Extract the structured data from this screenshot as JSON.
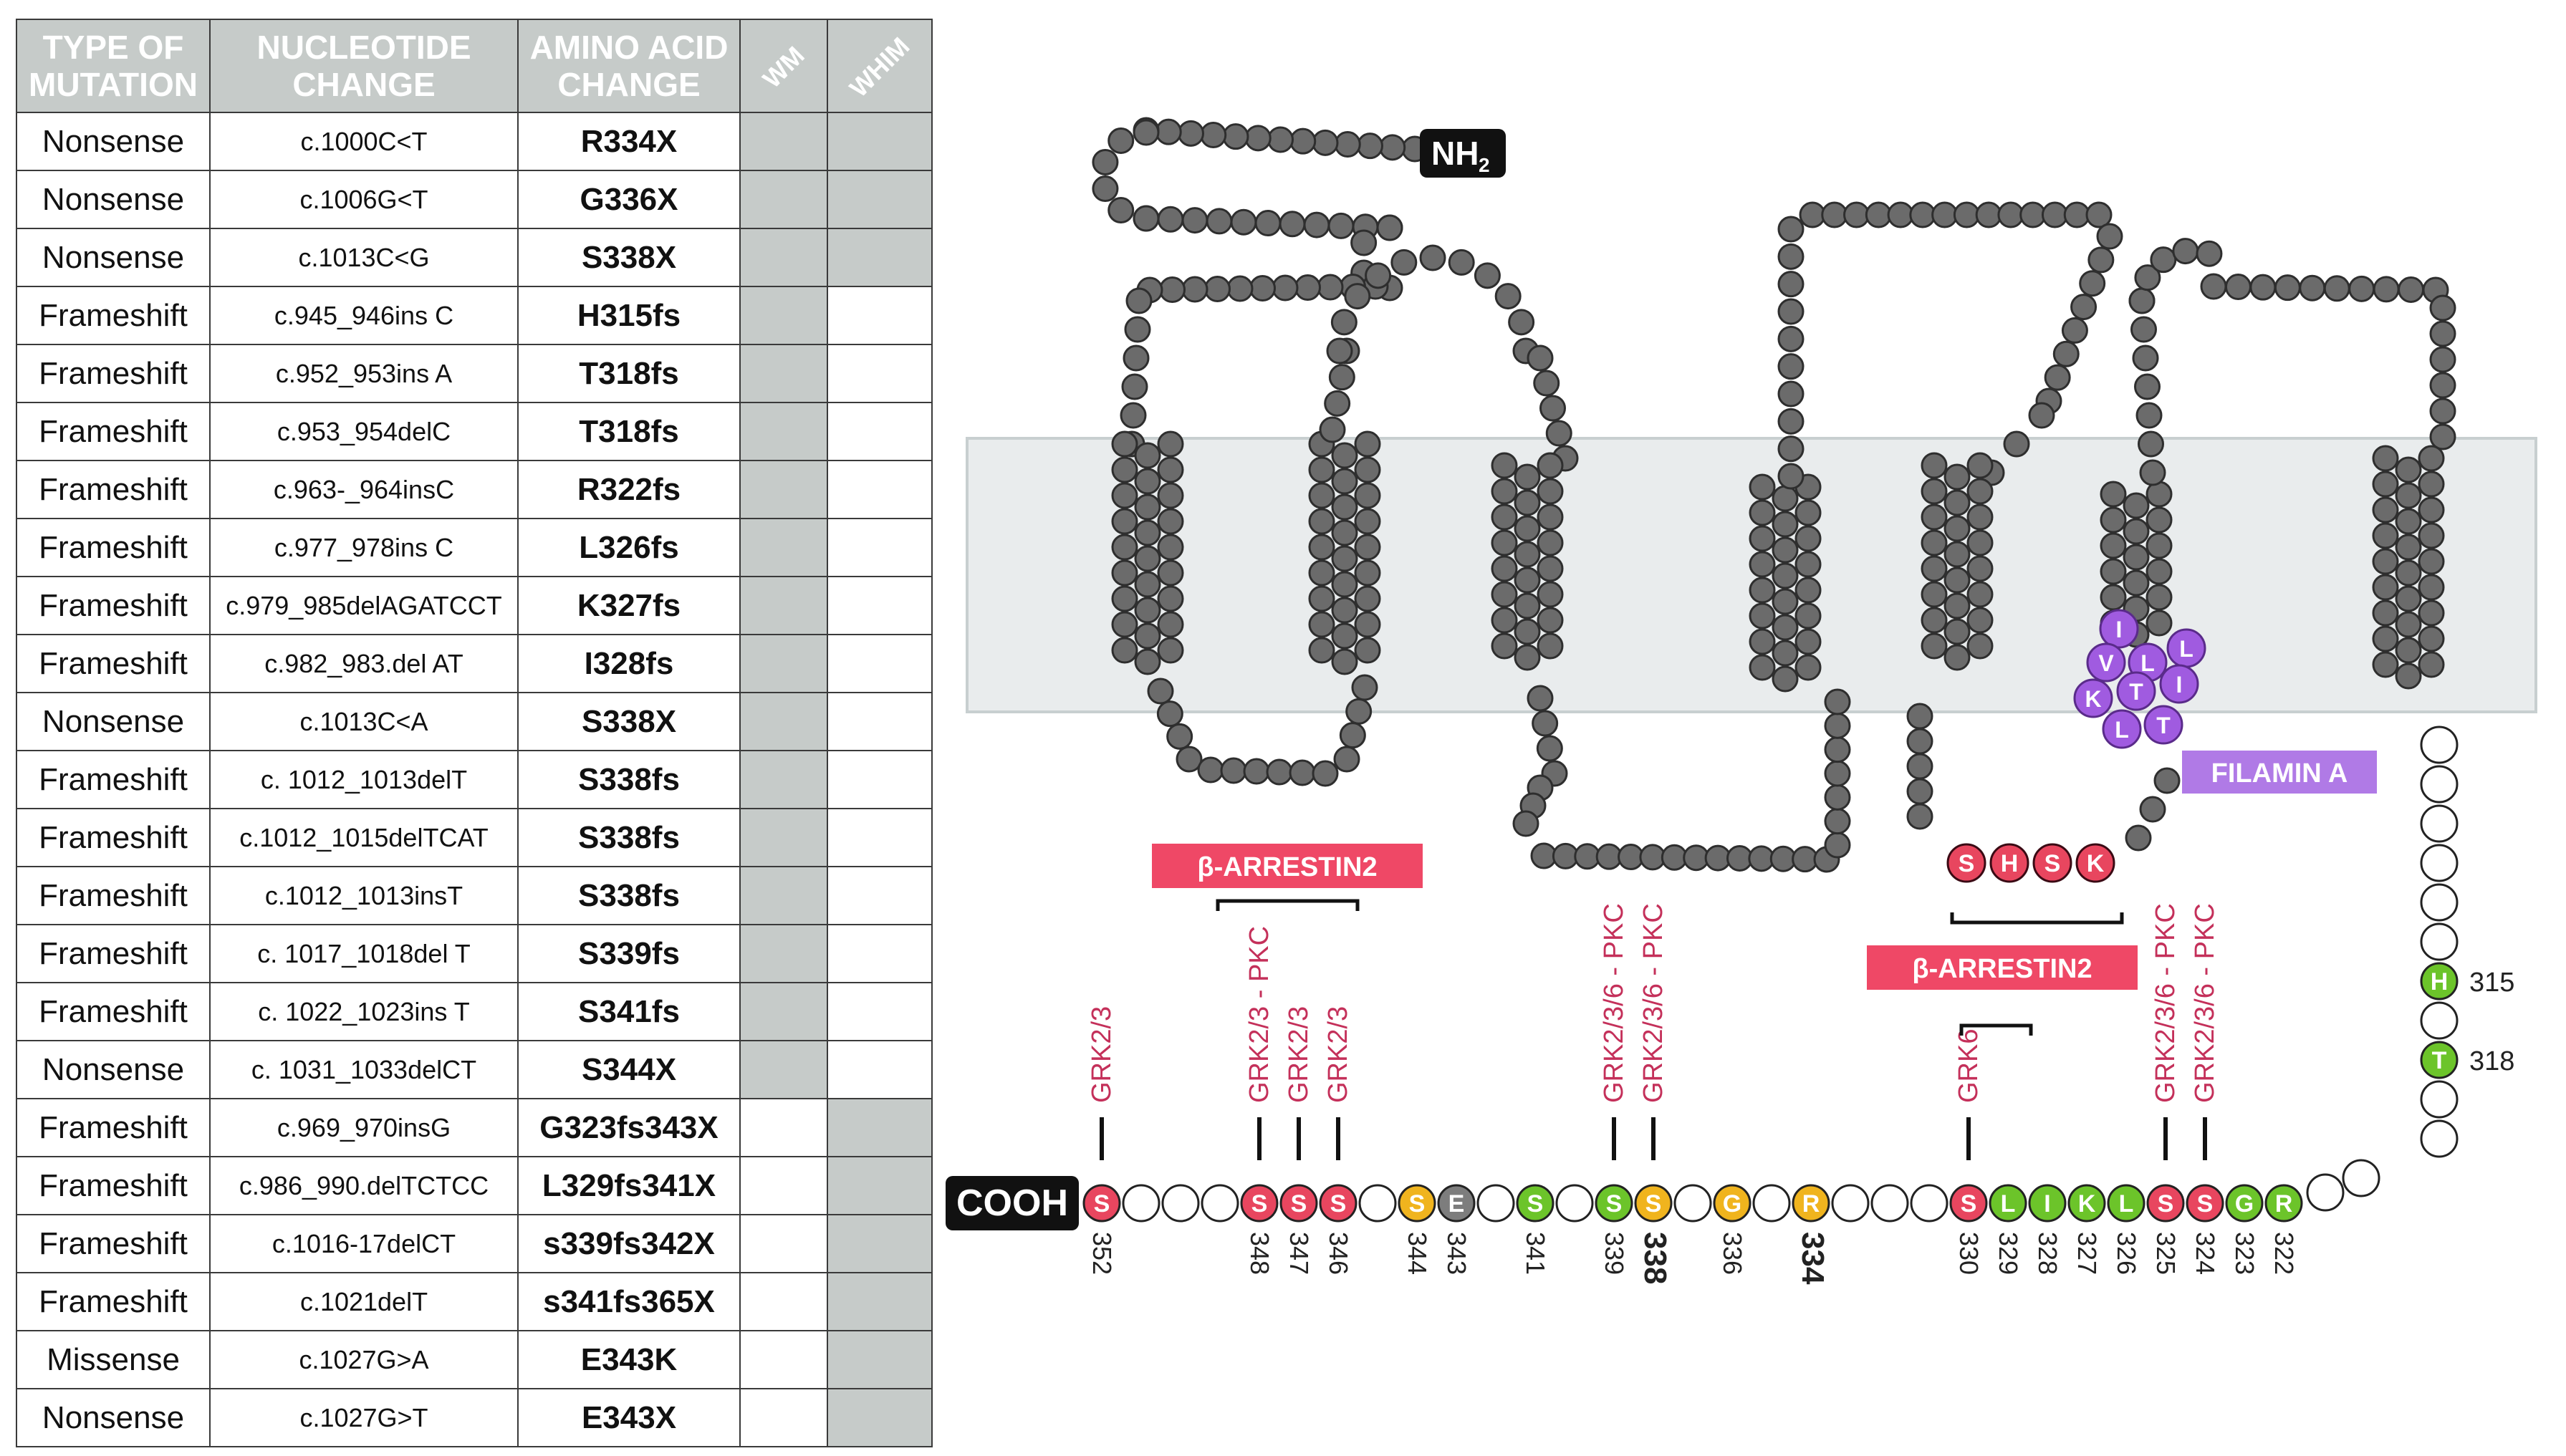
{
  "table": {
    "headers": {
      "type_line1": "TYPE OF",
      "type_line2": "MUTATION",
      "nuc_line1": "NUCLEOTIDE",
      "nuc_line2": "CHANGE",
      "aa_line1": "AMINO ACID",
      "aa_line2": "CHANGE",
      "wm": "WM",
      "whim": "WHIM"
    },
    "rows": [
      {
        "type": "Nonsense",
        "nucleotide": "c.1000C<T",
        "amino_acid": "R334X",
        "wm": true,
        "whim": true
      },
      {
        "type": "Nonsense",
        "nucleotide": "c.1006G<T",
        "amino_acid": "G336X",
        "wm": true,
        "whim": true
      },
      {
        "type": "Nonsense",
        "nucleotide": "c.1013C<G",
        "amino_acid": "S338X",
        "wm": true,
        "whim": true
      },
      {
        "type": "Frameshift",
        "nucleotide": "c.945_946ins C",
        "amino_acid": "H315fs",
        "wm": true,
        "whim": false
      },
      {
        "type": "Frameshift",
        "nucleotide": "c.952_953ins A",
        "amino_acid": "T318fs",
        "wm": true,
        "whim": false
      },
      {
        "type": "Frameshift",
        "nucleotide": "c.953_954delC",
        "amino_acid": "T318fs",
        "wm": true,
        "whim": false
      },
      {
        "type": "Frameshift",
        "nucleotide": "c.963-_964insC",
        "amino_acid": "R322fs",
        "wm": true,
        "whim": false
      },
      {
        "type": "Frameshift",
        "nucleotide": "c.977_978ins C",
        "amino_acid": "L326fs",
        "wm": true,
        "whim": false
      },
      {
        "type": "Frameshift",
        "nucleotide": "c.979_985delAGATCCT",
        "amino_acid": "K327fs",
        "wm": true,
        "whim": false
      },
      {
        "type": "Frameshift",
        "nucleotide": "c.982_983.del AT",
        "amino_acid": "I328fs",
        "wm": true,
        "whim": false
      },
      {
        "type": "Nonsense",
        "nucleotide": "c.1013C<A",
        "amino_acid": "S338X",
        "wm": true,
        "whim": false
      },
      {
        "type": "Frameshift",
        "nucleotide": "c. 1012_1013delT",
        "amino_acid": "S338fs",
        "wm": true,
        "whim": false
      },
      {
        "type": "Frameshift",
        "nucleotide": "c.1012_1015delTCAT",
        "amino_acid": "S338fs",
        "wm": true,
        "whim": false
      },
      {
        "type": "Frameshift",
        "nucleotide": "c.1012_1013insT",
        "amino_acid": "S338fs",
        "wm": true,
        "whim": false
      },
      {
        "type": "Frameshift",
        "nucleotide": "c. 1017_1018del T",
        "amino_acid": "S339fs",
        "wm": true,
        "whim": false
      },
      {
        "type": "Frameshift",
        "nucleotide": "c. 1022_1023ins T",
        "amino_acid": "S341fs",
        "wm": true,
        "whim": false
      },
      {
        "type": "Nonsense",
        "nucleotide": "c. 1031_1033delCT",
        "amino_acid": "S344X",
        "wm": true,
        "whim": false
      },
      {
        "type": "Frameshift",
        "nucleotide": "c.969_970insG",
        "amino_acid": "G323fs343X",
        "wm": false,
        "whim": true
      },
      {
        "type": "Frameshift",
        "nucleotide": "c.986_990.delTCTCC",
        "amino_acid": "L329fs341X",
        "wm": false,
        "whim": true
      },
      {
        "type": "Frameshift",
        "nucleotide": "c.1016-17delCT",
        "amino_acid": "s339fs342X",
        "wm": false,
        "whim": true
      },
      {
        "type": "Frameshift",
        "nucleotide": "c.1021delT",
        "amino_acid": "s341fs365X",
        "wm": false,
        "whim": true
      },
      {
        "type": "Missense",
        "nucleotide": "c.1027G>A",
        "amino_acid": "E343K",
        "wm": false,
        "whim": true
      },
      {
        "type": "Nonsense",
        "nucleotide": "c.1027G>T",
        "amino_acid": "E343X",
        "wm": false,
        "whim": true
      }
    ]
  },
  "diagram": {
    "nh2_label": "NH",
    "nh2_sub": "2",
    "cooh_label": "COOH",
    "arrestin_left": "β-ARRESTIN2",
    "arrestin_right": "β-ARRESTIN2",
    "filamin": "FILAMIN A",
    "kinase_labels": [
      {
        "text": "GRK2/3",
        "residue": "352"
      },
      {
        "text": "GRK2/3 - PKC",
        "residue": "348"
      },
      {
        "text": "GRK2/3",
        "residue": "347"
      },
      {
        "text": "GRK2/3",
        "residue": "346"
      },
      {
        "text": "GRK2/3/6 - PKC",
        "residue": "339"
      },
      {
        "text": "GRK2/3/6 - PKC",
        "residue": "338"
      },
      {
        "text": "GRK6",
        "residue": "330"
      },
      {
        "text": "GRK2/3/6 - PKC",
        "residue": "325"
      },
      {
        "text": "GRK2/3/6 - PKC",
        "residue": "324"
      }
    ],
    "tail_residues": [
      {
        "letter": "S",
        "number": "352",
        "kind": "red"
      },
      {
        "letter": "",
        "number": "",
        "kind": "empty"
      },
      {
        "letter": "",
        "number": "",
        "kind": "empty"
      },
      {
        "letter": "",
        "number": "",
        "kind": "empty"
      },
      {
        "letter": "S",
        "number": "348",
        "kind": "red"
      },
      {
        "letter": "S",
        "number": "347",
        "kind": "red"
      },
      {
        "letter": "S",
        "number": "346",
        "kind": "red"
      },
      {
        "letter": "",
        "number": "",
        "kind": "empty"
      },
      {
        "letter": "S",
        "number": "344",
        "kind": "yellow"
      },
      {
        "letter": "E",
        "number": "343",
        "kind": "grey"
      },
      {
        "letter": "",
        "number": "",
        "kind": "empty"
      },
      {
        "letter": "S",
        "number": "341",
        "kind": "green"
      },
      {
        "letter": "",
        "number": "",
        "kind": "empty"
      },
      {
        "letter": "S",
        "number": "339",
        "kind": "green"
      },
      {
        "letter": "S",
        "number": "338",
        "kind": "yellow"
      },
      {
        "letter": "",
        "number": "",
        "kind": "empty"
      },
      {
        "letter": "G",
        "number": "336",
        "kind": "yellow"
      },
      {
        "letter": "",
        "number": "",
        "kind": "empty"
      },
      {
        "letter": "R",
        "number": "334",
        "kind": "yellow"
      },
      {
        "letter": "",
        "number": "",
        "kind": "empty"
      },
      {
        "letter": "",
        "number": "",
        "kind": "empty"
      },
      {
        "letter": "",
        "number": "",
        "kind": "empty"
      },
      {
        "letter": "S",
        "number": "330",
        "kind": "red"
      },
      {
        "letter": "L",
        "number": "329",
        "kind": "green"
      },
      {
        "letter": "I",
        "number": "328",
        "kind": "green"
      },
      {
        "letter": "K",
        "number": "327",
        "kind": "green"
      },
      {
        "letter": "L",
        "number": "326",
        "kind": "green"
      },
      {
        "letter": "S",
        "number": "325",
        "kind": "red"
      },
      {
        "letter": "S",
        "number": "324",
        "kind": "red"
      },
      {
        "letter": "G",
        "number": "323",
        "kind": "green"
      },
      {
        "letter": "R",
        "number": "322",
        "kind": "green"
      }
    ],
    "bold_numbers": [
      "338",
      "334"
    ],
    "vertical_tail": [
      {
        "letter": "H",
        "number": "315",
        "kind": "green"
      },
      {
        "letter": "T",
        "number": "318",
        "kind": "green"
      }
    ],
    "shsk": [
      "S",
      "H",
      "S",
      "K"
    ],
    "filamin_residues": [
      "I",
      "V",
      "L",
      "L",
      "K",
      "T",
      "I",
      "L",
      "T"
    ],
    "colors": {
      "red": "#e8465f",
      "green": "#6cc42a",
      "yellow": "#f0b41e",
      "grey_bead": "#6b6b6b",
      "purple": "#a05be0",
      "membrane": "#e9eced",
      "header_grey": "#c6cbc9",
      "arrestin_box": "#ef4866",
      "filamin_box": "#b07ae6",
      "kinase_text": "#c4305a"
    }
  }
}
